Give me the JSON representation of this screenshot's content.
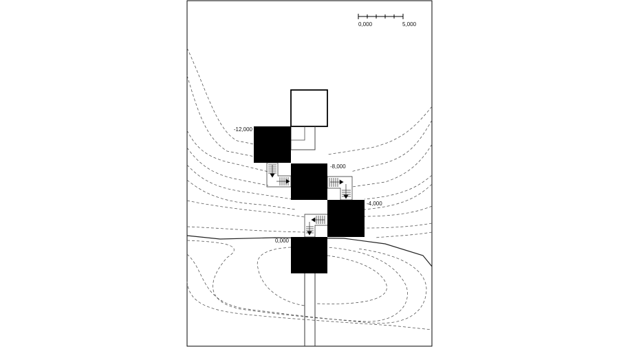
{
  "scale_bar": {
    "start_label": "0,000",
    "end_label": "5,000"
  },
  "levels": {
    "top": "-12,000",
    "upper_middle": "-8,000",
    "lower_middle": "-4,000",
    "ground": "0,000"
  },
  "colors": {
    "ink": "#000000",
    "background": "#ffffff",
    "contour": "#555555"
  }
}
